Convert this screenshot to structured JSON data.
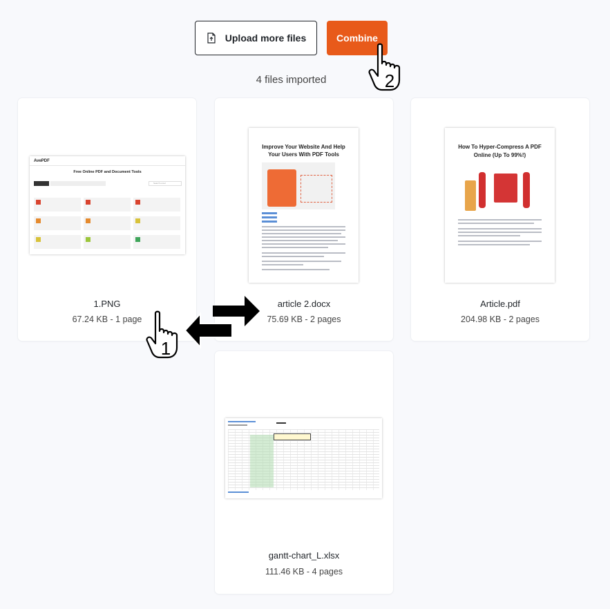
{
  "toolbar": {
    "upload_label": "Upload more files",
    "upload_icon": "file-upload-icon",
    "combine_label": "Combine",
    "accent_color": "#e85a1a"
  },
  "status": {
    "imported_text": "4 files imported"
  },
  "files": [
    {
      "name": "1.PNG",
      "meta": "67.24 KB - 1 page",
      "preview": {
        "logo": "AvePDF",
        "heading": "Free Online PDF and Document Tools",
        "search_placeholder": "Search a tool"
      }
    },
    {
      "name": "article 2.docx",
      "meta": "75.69 KB - 2 pages",
      "preview": {
        "heading": "Improve Your Website And Help Your Users With PDF Tools"
      }
    },
    {
      "name": "Article.pdf",
      "meta": "204.98 KB - 2 pages",
      "preview": {
        "heading": "How To Hyper-Compress A PDF Online (Up To 99%!)"
      }
    },
    {
      "name": "gantt-chart_L.xlsx",
      "meta": "111.46 KB - 4 pages",
      "preview": {}
    }
  ],
  "annotations": {
    "cursor_1_number": "1",
    "cursor_2_number": "2",
    "swap_arrows_icon": "swap-arrows-icon"
  }
}
